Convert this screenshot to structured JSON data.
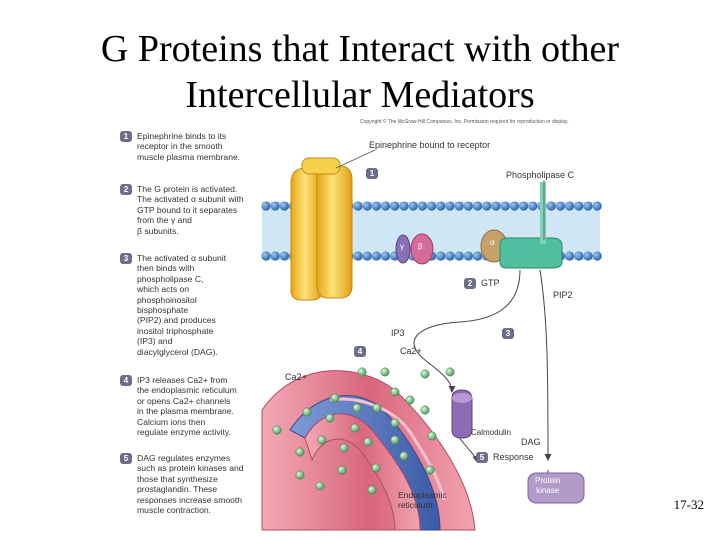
{
  "title_line1": "G Proteins that Interact with other",
  "title_line2": "Intercellular Mediators",
  "copyright": "Copyright © The McGraw-Hill Companies, Inc. Permission required for reproduction or display.",
  "steps": [
    {
      "num": "1",
      "text": "Epinephrine binds to its\nreceptor in the smooth\nmuscle plasma membrane."
    },
    {
      "num": "2",
      "text": "The G protein is activated.\nThe activated α subunit with\nGTP bound to it separates\nfrom the γ and\nβ subunits."
    },
    {
      "num": "3",
      "text": "The activated α subunit\nthen binds with\nphospholipase C,\nwhich acts on\nphosphoinositol\nbisphosphate\n(PIP2) and produces\ninositol triphosphate\n(IP3) and\ndiacylglycerol (DAG)."
    },
    {
      "num": "4",
      "text": "IP3 releases Ca2+ from\nthe endoplasmic reticulum\nor opens Ca2+ channels\nin the plasma membrane.\nCalcium ions then\nregulate enzyme activity."
    },
    {
      "num": "5",
      "text": "DAG regulates enzymes\nsuch as protein kinases and\nthose that synthesize\nprostaglandin. These\nresponses increase smooth\nmuscle contraction."
    }
  ],
  "labels": {
    "epinephrine_receptor": "Epinephrine bound to receptor",
    "phospholipase": "Phospholipase C",
    "gamma": "γ",
    "beta": "β",
    "alpha": "α",
    "gtp": "GTP",
    "pip2": "PIP2",
    "ip3": "IP3",
    "ca_top": "Ca2+",
    "ca_left": "Ca2+",
    "calmodulin": "Calmodulin",
    "dag": "DAG",
    "response": "Response",
    "protein_kinase": "Protein\nkinase",
    "er": "Endoplasmic\nreticulum"
  },
  "badges": [
    "1",
    "2",
    "3",
    "4",
    "5"
  ],
  "slide_number": "17-32",
  "colors": {
    "membrane_head": "#3f7fc8",
    "membrane_tail": "#c9e3f2",
    "receptor": "#f2c12e",
    "g_gamma": "#8a6fb5",
    "g_beta": "#d46b9a",
    "g_alpha": "#c7a16a",
    "phospholipase": "#4fbf9e",
    "er_outer": "#e07a8e",
    "er_inner": "#4e6fb8",
    "calcium": "#7fc28a",
    "calmodulin": "#8e6cb3",
    "protein_kinase": "#b29ac9",
    "step_badge": "#6d6f8a"
  }
}
